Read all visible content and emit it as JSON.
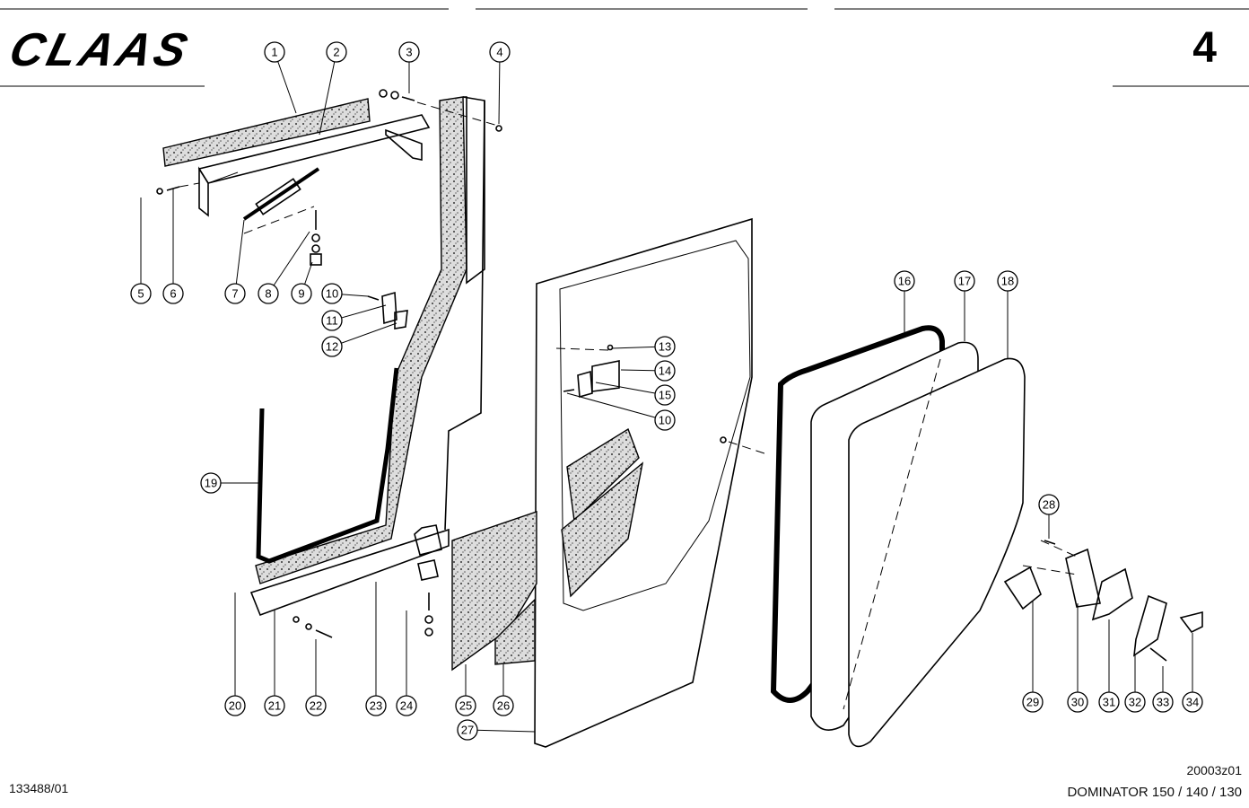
{
  "header": {
    "brand": "CLAAS",
    "page_number": "4"
  },
  "footer": {
    "document_number": "133488/01",
    "drawing_code": "20003z01",
    "model": "DOMINATOR 150 / 140 / 130"
  },
  "callouts": [
    "1",
    "2",
    "3",
    "4",
    "5",
    "6",
    "7",
    "8",
    "9",
    "10",
    "11",
    "12",
    "13",
    "14",
    "15",
    "10",
    "16",
    "17",
    "18",
    "19",
    "20",
    "21",
    "22",
    "23",
    "24",
    "25",
    "26",
    "27",
    "28",
    "29",
    "30",
    "31",
    "32",
    "33",
    "34"
  ],
  "colors": {
    "ink": "#000000",
    "paper": "#ffffff"
  }
}
